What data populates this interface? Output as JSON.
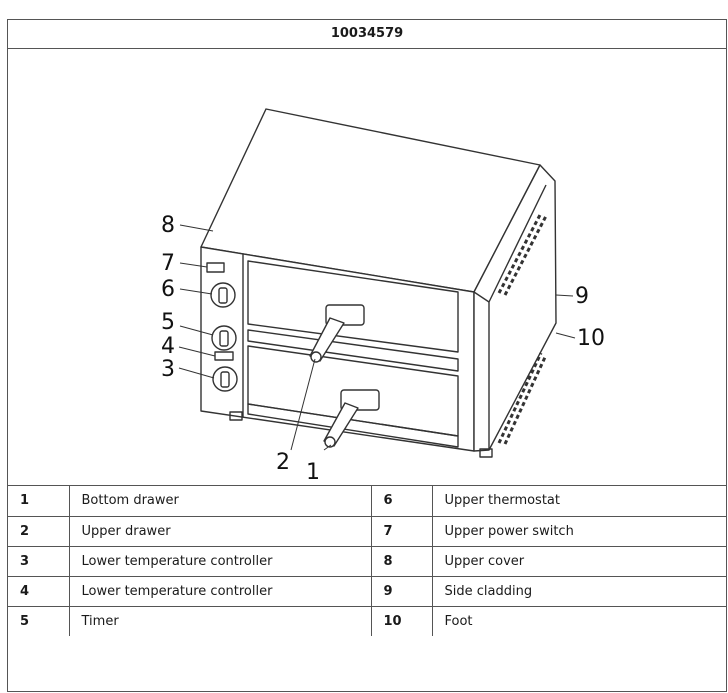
{
  "header": {
    "model_number": "10034579"
  },
  "figure": {
    "callouts": [
      "8",
      "7",
      "6",
      "5",
      "4",
      "3",
      "2",
      "1",
      "9",
      "10"
    ]
  },
  "legend": {
    "rows": [
      {
        "left_num": "1",
        "left_label": "Bottom drawer",
        "right_num": "6",
        "right_label": "Upper thermostat"
      },
      {
        "left_num": "2",
        "left_label": "Upper drawer",
        "right_num": "7",
        "right_label": "Upper power switch"
      },
      {
        "left_num": "3",
        "left_label": "Lower temperature controller",
        "right_num": "8",
        "right_label": "Upper cover"
      },
      {
        "left_num": "4",
        "left_label": "Lower temperature controller",
        "right_num": "9",
        "right_label": "Side cladding"
      },
      {
        "left_num": "5",
        "left_label": "Timer",
        "right_num": "10",
        "right_label": "Foot"
      }
    ]
  }
}
